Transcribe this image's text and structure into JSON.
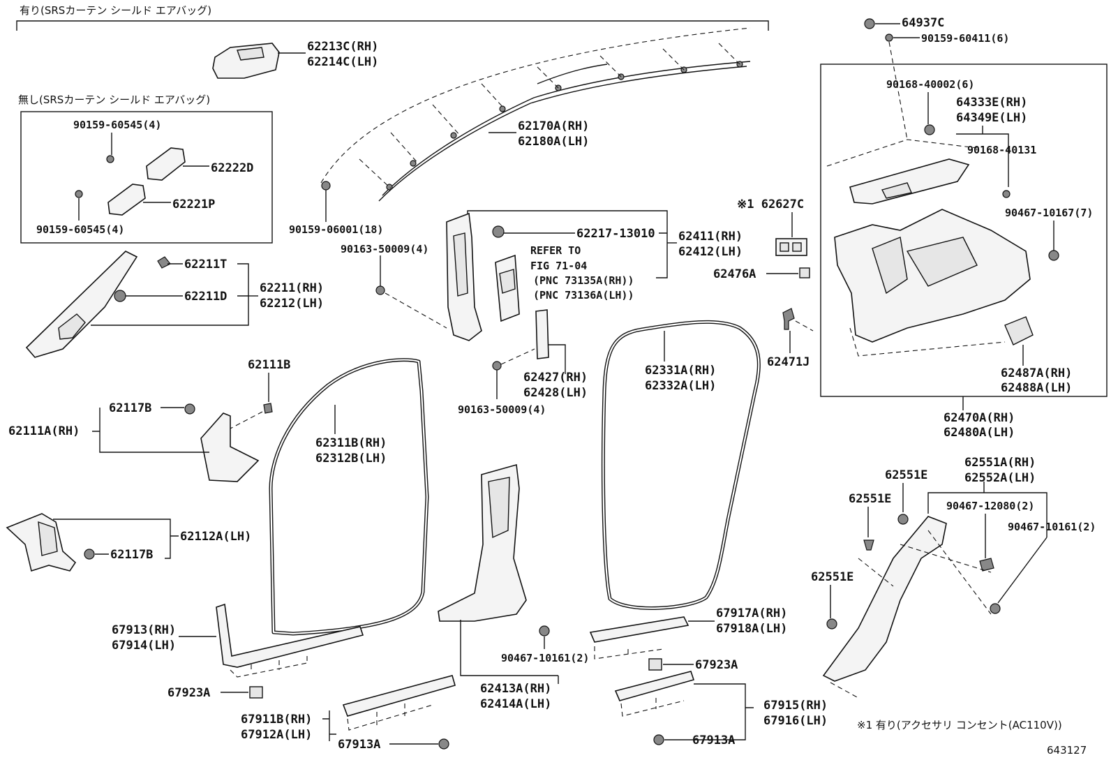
{
  "header": {
    "with_airbag": "有り(SRSカーテン シールド エアバッグ)",
    "without_airbag": "無し(SRSカーテン シールド エアバッグ)"
  },
  "labels": {
    "p62213C": "62213C(RH)",
    "p62214C": "62214C(LH)",
    "p62170A": "62170A(RH)",
    "p62180A": "62180A(LH)",
    "p90159_06001": "90159-06001(18)",
    "p90159_60545_a": "90159-60545(4)",
    "p62222D": "62222D",
    "p62221P": "62221P",
    "p90159_60545_b": "90159-60545(4)",
    "p62211T": "62211T",
    "p62211D": "62211D",
    "p62211": "62211(RH)",
    "p62212": "62212(LH)",
    "p62111B": "62111B",
    "p62117B_a": "62117B",
    "p62111A": "62111A(RH)",
    "p62112A": "62112A(LH)",
    "p62117B_b": "62117B",
    "p62311B": "62311B(RH)",
    "p62312B": "62312B(LH)",
    "p90163_a": "90163-50009(4)",
    "p62217": "62217-13010",
    "p62411": "62411(RH)",
    "p62412": "62412(LH)",
    "refer1": "REFER TO",
    "refer2": "FIG 71-04",
    "refer3": "(PNC 73135A(RH))",
    "refer4": "(PNC 73136A(LH))",
    "p62427": "62427(RH)",
    "p62428": "62428(LH)",
    "p90163_b": "90163-50009(4)",
    "p62331A": "62331A(RH)",
    "p62332A": "62332A(LH)",
    "p62627C": "※1 62627C",
    "p62476A": "62476A",
    "p62471J": "62471J",
    "p64937C": "64937C",
    "p90159_60411": "90159-60411(6)",
    "p90168_40002": "90168-40002(6)",
    "p64333E": "64333E(RH)",
    "p64349E": "64349E(LH)",
    "p90168_40131": "90168-40131",
    "p90467_10167": "90467-10167(7)",
    "p62487A": "62487A(RH)",
    "p62488A": "62488A(LH)",
    "p62470A": "62470A(RH)",
    "p62480A": "62480A(LH)",
    "p62551E_a": "62551E",
    "p62551A": "62551A(RH)",
    "p62552A": "62552A(LH)",
    "p62551E_b": "62551E",
    "p90467_12080": "90467-12080(2)",
    "p90467_10161_a": "90467-10161(2)",
    "p62551E_c": "62551E",
    "p67913": "67913(RH)",
    "p67914": "67914(LH)",
    "p67923A_a": "67923A",
    "p67911B": "67911B(RH)",
    "p67912A": "67912A(LH)",
    "p67913A_a": "67913A",
    "p90467_10161_b": "90467-10161(2)",
    "p62413A": "62413A(RH)",
    "p62414A": "62414A(LH)",
    "p67917A": "67917A(RH)",
    "p67918A": "67918A(LH)",
    "p67923A_b": "67923A",
    "p67915": "67915(RH)",
    "p67916": "67916(LH)",
    "p67913A_b": "67913A"
  },
  "footer": {
    "note": "※1 有り(アクセサリ コンセント(AC110V))",
    "fig_id": "643127"
  }
}
